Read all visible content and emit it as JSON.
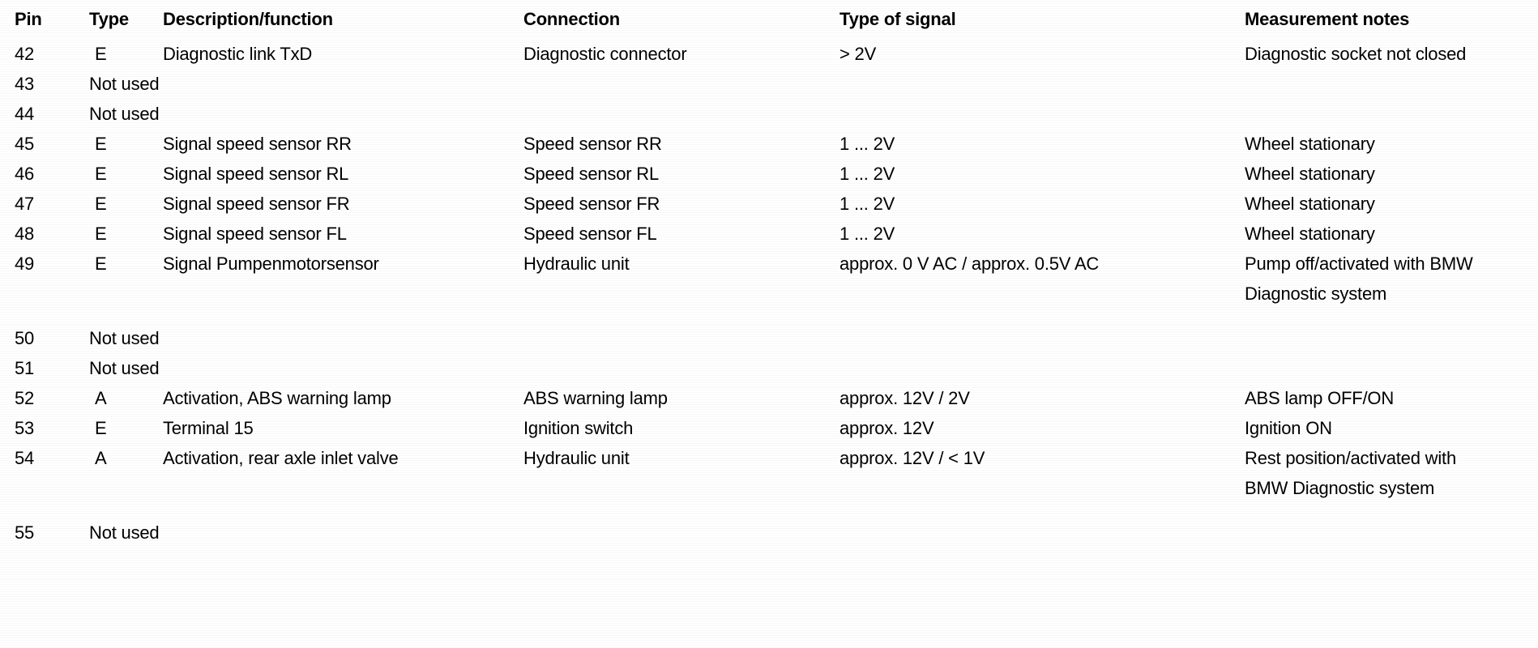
{
  "table": {
    "columns": [
      {
        "key": "pin",
        "label": "Pin"
      },
      {
        "key": "type",
        "label": "Type"
      },
      {
        "key": "desc",
        "label": "Description/function"
      },
      {
        "key": "conn",
        "label": "Connection"
      },
      {
        "key": "sig",
        "label": "Type of signal"
      },
      {
        "key": "notes",
        "label": "Measurement notes"
      }
    ],
    "not_used_label": "Not used",
    "rows": [
      {
        "pin": "42",
        "type": "E",
        "desc": "Diagnostic link TxD",
        "conn": "Diagnostic connector",
        "sig": "> 2V",
        "notes": "Diagnostic socket not closed",
        "not_used": false,
        "tall": false,
        "gap_before": false
      },
      {
        "pin": "43",
        "type": "",
        "desc": "Not used",
        "conn": "",
        "sig": "",
        "notes": "",
        "not_used": true,
        "tall": false,
        "gap_before": false
      },
      {
        "pin": "44",
        "type": "",
        "desc": "Not used",
        "conn": "",
        "sig": "",
        "notes": "",
        "not_used": true,
        "tall": false,
        "gap_before": false
      },
      {
        "pin": "45",
        "type": "E",
        "desc": "Signal speed sensor RR",
        "conn": "Speed sensor RR",
        "sig": "1 ... 2V",
        "notes": "Wheel stationary",
        "not_used": false,
        "tall": false,
        "gap_before": false
      },
      {
        "pin": "46",
        "type": "E",
        "desc": "Signal speed sensor RL",
        "conn": "Speed sensor RL",
        "sig": "1 ... 2V",
        "notes": "Wheel stationary",
        "not_used": false,
        "tall": false,
        "gap_before": false
      },
      {
        "pin": "47",
        "type": "E",
        "desc": "Signal speed sensor FR",
        "conn": "Speed sensor FR",
        "sig": "1 ... 2V",
        "notes": "Wheel stationary",
        "not_used": false,
        "tall": false,
        "gap_before": false
      },
      {
        "pin": "48",
        "type": "E",
        "desc": "Signal speed sensor FL",
        "conn": "Speed sensor FL",
        "sig": "1 ... 2V",
        "notes": "Wheel stationary",
        "not_used": false,
        "tall": false,
        "gap_before": false
      },
      {
        "pin": "49",
        "type": "E",
        "desc": "Signal Pumpenmotorsensor",
        "conn": "Hydraulic unit",
        "sig": "approx. 0 V AC / approx. 0.5V AC",
        "notes": "Pump off/activated with BMW\nDiagnostic system",
        "not_used": false,
        "tall": true,
        "gap_before": false
      },
      {
        "pin": "50",
        "type": "",
        "desc": "Not used",
        "conn": "",
        "sig": "",
        "notes": "",
        "not_used": true,
        "tall": false,
        "gap_before": true
      },
      {
        "pin": "51",
        "type": "",
        "desc": "Not used",
        "conn": "",
        "sig": "",
        "notes": "",
        "not_used": true,
        "tall": false,
        "gap_before": false
      },
      {
        "pin": "52",
        "type": "A",
        "desc": "Activation, ABS warning lamp",
        "conn": "ABS warning lamp",
        "sig": "approx. 12V / 2V",
        "notes": "ABS lamp OFF/ON",
        "not_used": false,
        "tall": false,
        "gap_before": false
      },
      {
        "pin": "53",
        "type": "E",
        "desc": "Terminal 15",
        "conn": "Ignition switch",
        "sig": "approx. 12V",
        "notes": "Ignition ON",
        "not_used": false,
        "tall": false,
        "gap_before": false
      },
      {
        "pin": "54",
        "type": "A",
        "desc": "Activation, rear axle inlet valve",
        "conn": "Hydraulic unit",
        "sig": "approx. 12V / < 1V",
        "notes": "Rest position/activated with\nBMW Diagnostic system",
        "not_used": false,
        "tall": true,
        "gap_before": false
      },
      {
        "pin": "55",
        "type": "",
        "desc": "Not used",
        "conn": "",
        "sig": "",
        "notes": "",
        "not_used": true,
        "tall": false,
        "gap_before": true
      }
    ]
  }
}
